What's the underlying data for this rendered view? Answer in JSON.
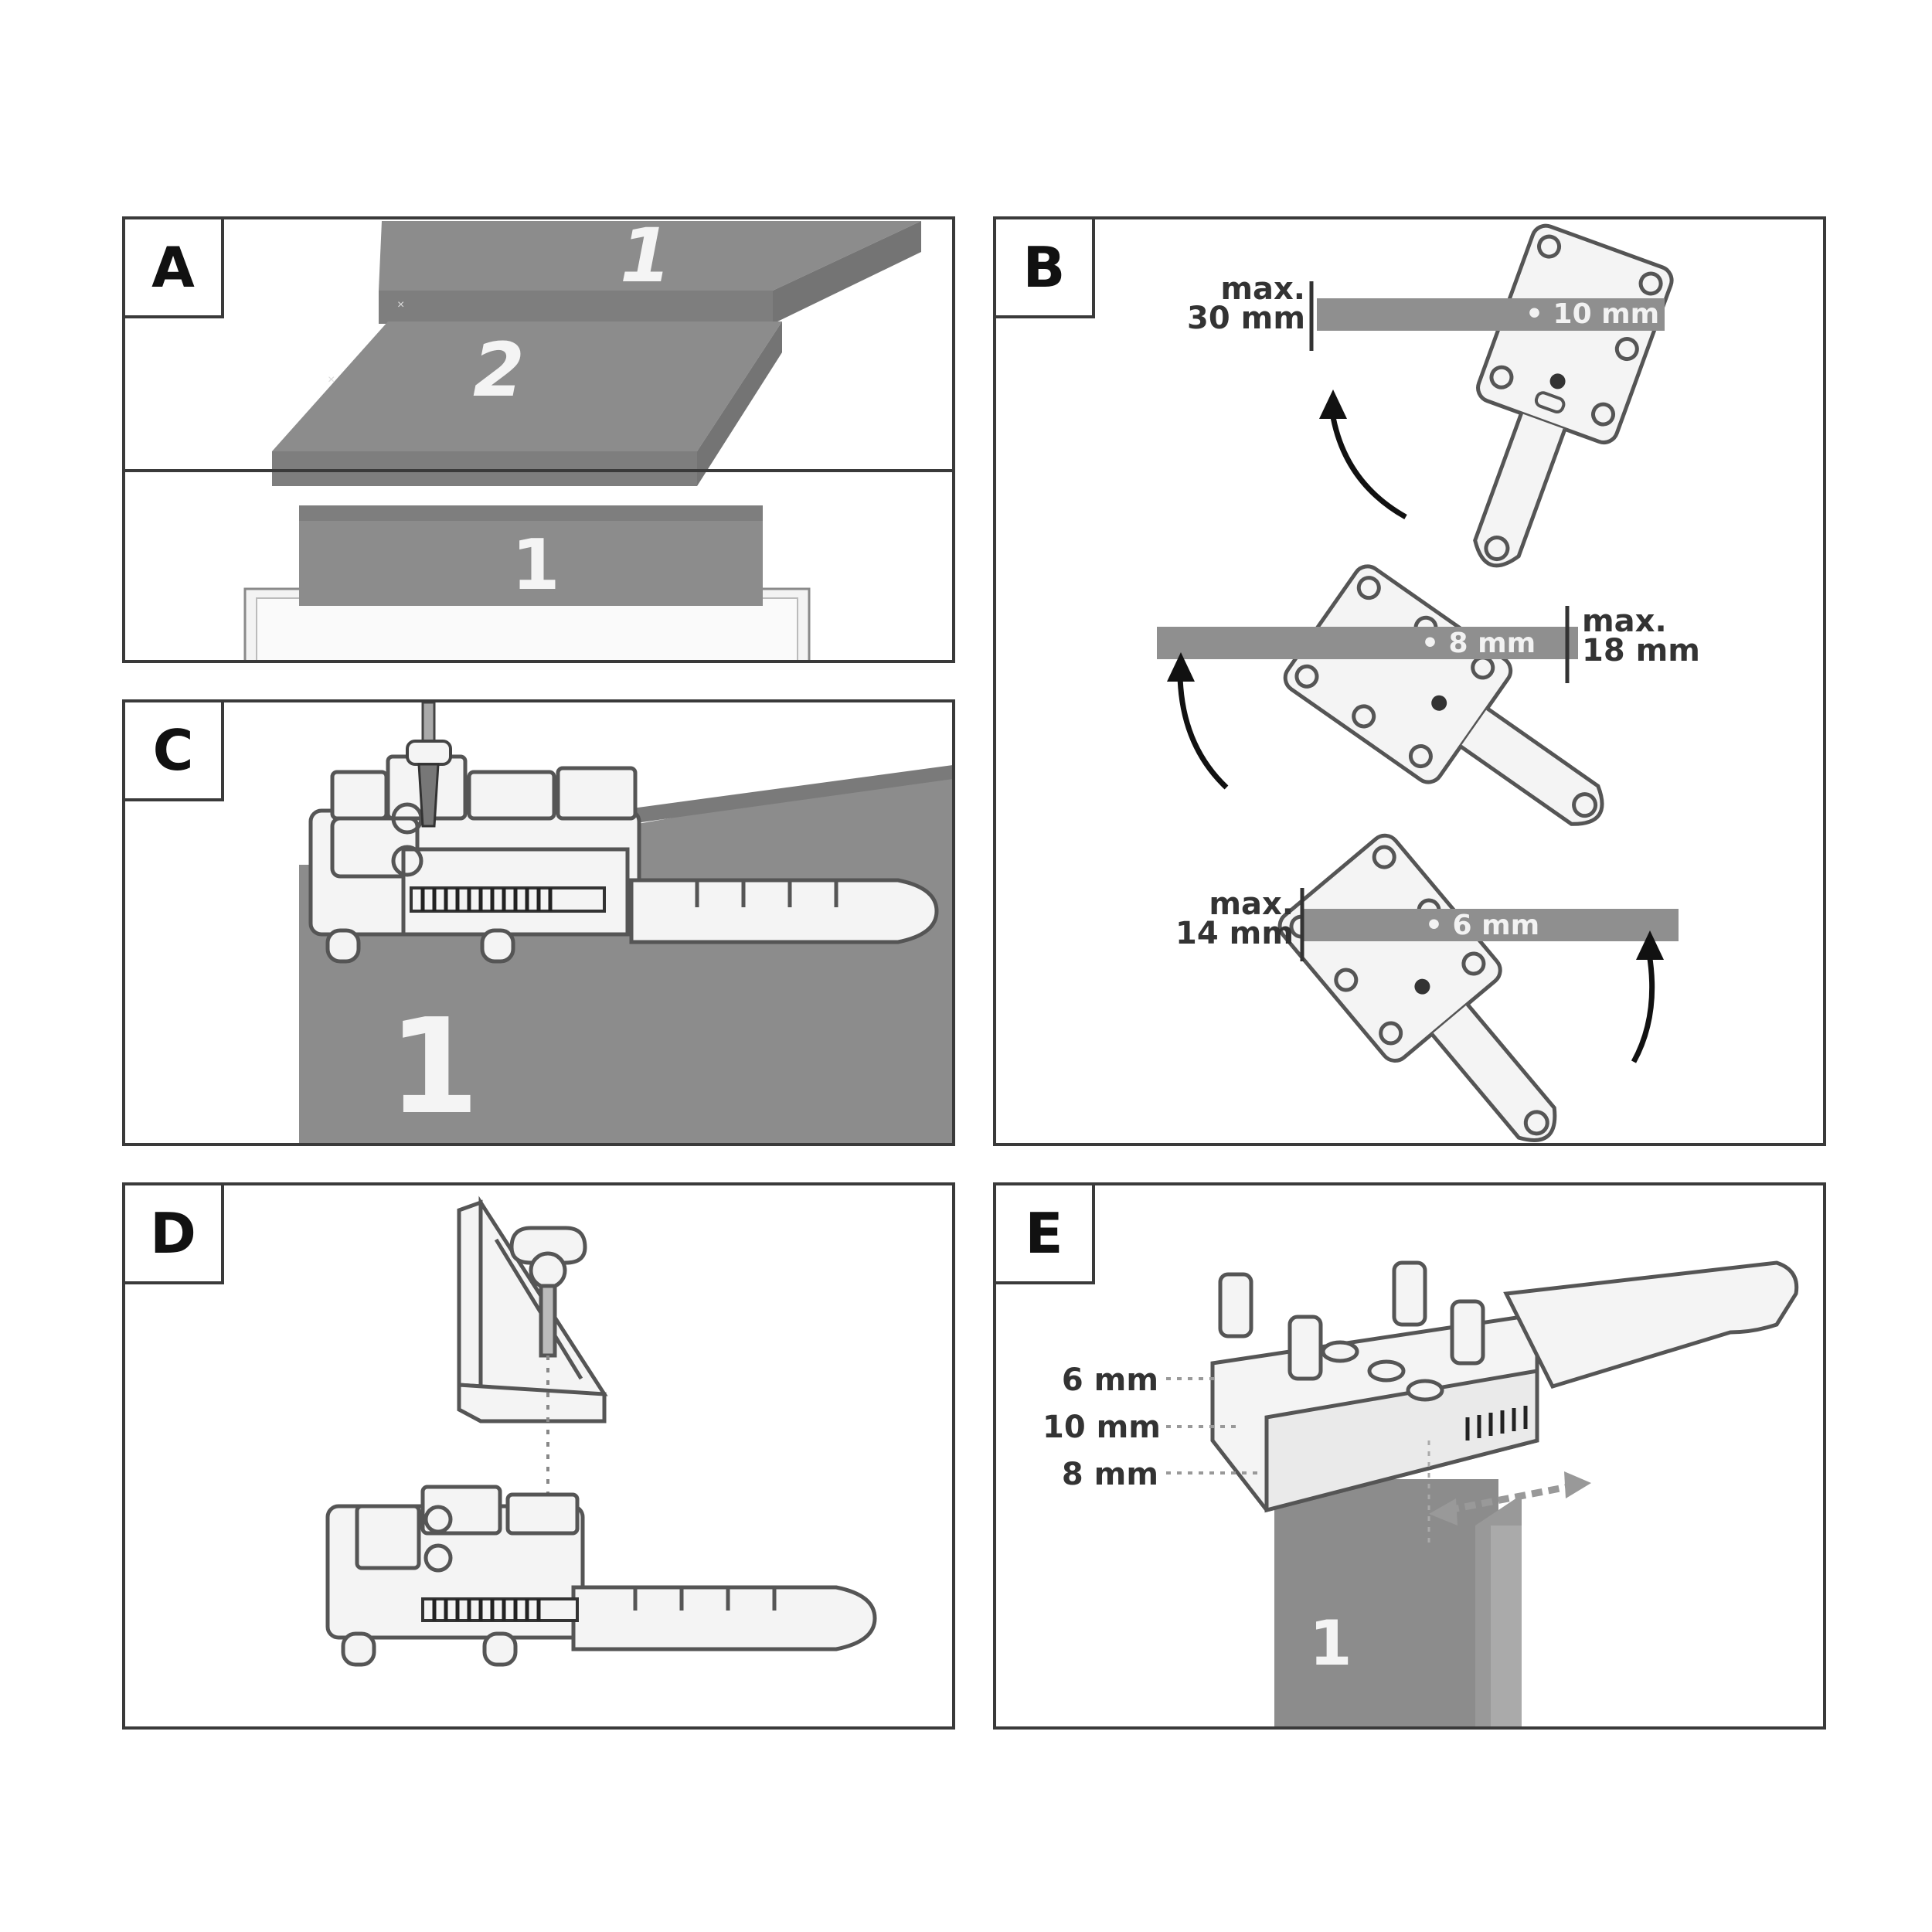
{
  "panels": {
    "a": {
      "letter": "A",
      "board_top": "1",
      "board_bottom": "2",
      "board_edge": "1"
    },
    "b": {
      "letter": "B",
      "top": {
        "max_label": "max.",
        "max_value": "30 mm",
        "marker": "• 10 mm"
      },
      "middle": {
        "max_label": "max.",
        "max_value": "18 mm",
        "marker": "• 8 mm"
      },
      "bottom": {
        "max_label": "max.",
        "max_value": "14 mm",
        "marker": "• 6 mm"
      }
    },
    "c": {
      "letter": "C",
      "board": "1"
    },
    "d": {
      "letter": "D"
    },
    "e": {
      "letter": "E",
      "sizes": [
        "6 mm",
        "10 mm",
        "8 mm"
      ],
      "board": "1"
    }
  },
  "colors": {
    "wood": "#8c8c8c",
    "frame": "#3a3a3a",
    "tool_fill": "#f4f4f4",
    "tool_stroke": "#555555"
  }
}
